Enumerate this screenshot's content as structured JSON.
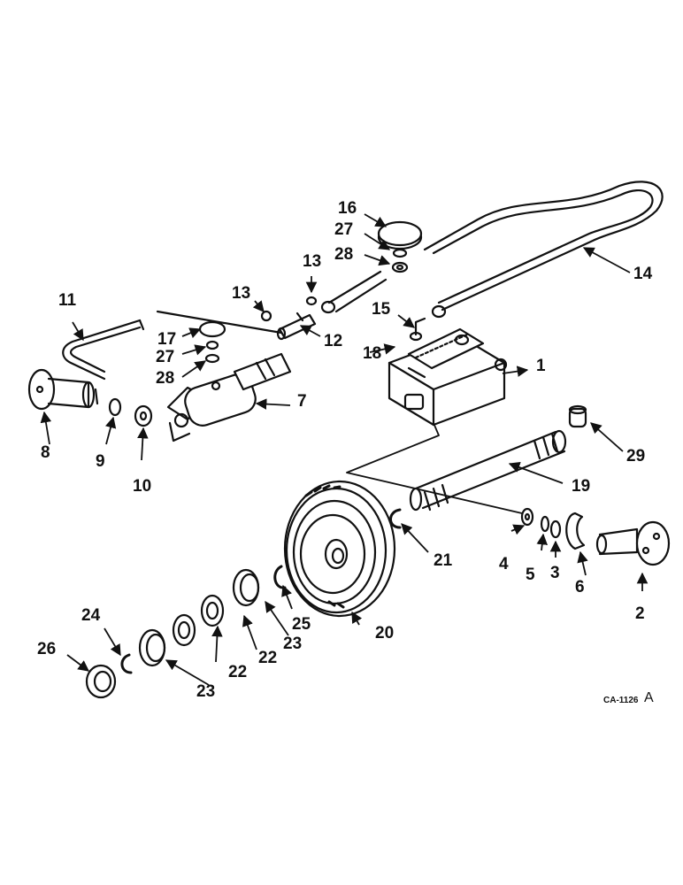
{
  "diagram": {
    "labels": {
      "p1": "1",
      "p2": "2",
      "p3": "3",
      "p4": "4",
      "p5": "5",
      "p6": "6",
      "p7": "7",
      "p8": "8",
      "p9": "9",
      "p10": "10",
      "p11": "11",
      "p12": "12",
      "p13a": "13",
      "p13b": "13",
      "p14": "14",
      "p15": "15",
      "p16": "16",
      "p17": "17",
      "p18": "18",
      "p19": "19",
      "p20": "20",
      "p21": "21",
      "p22a": "22",
      "p22b": "22",
      "p23a": "23",
      "p23b": "23",
      "p24": "24",
      "p25": "25",
      "p26": "26",
      "p27a": "27",
      "p27b": "27",
      "p28a": "28",
      "p28b": "28",
      "p29": "29"
    },
    "figure_code": "CA-1126",
    "figure_code_suffix": "A"
  },
  "colors": {
    "ink": "#111111",
    "paper": "#ffffff",
    "shade": "#2a2a2a"
  }
}
